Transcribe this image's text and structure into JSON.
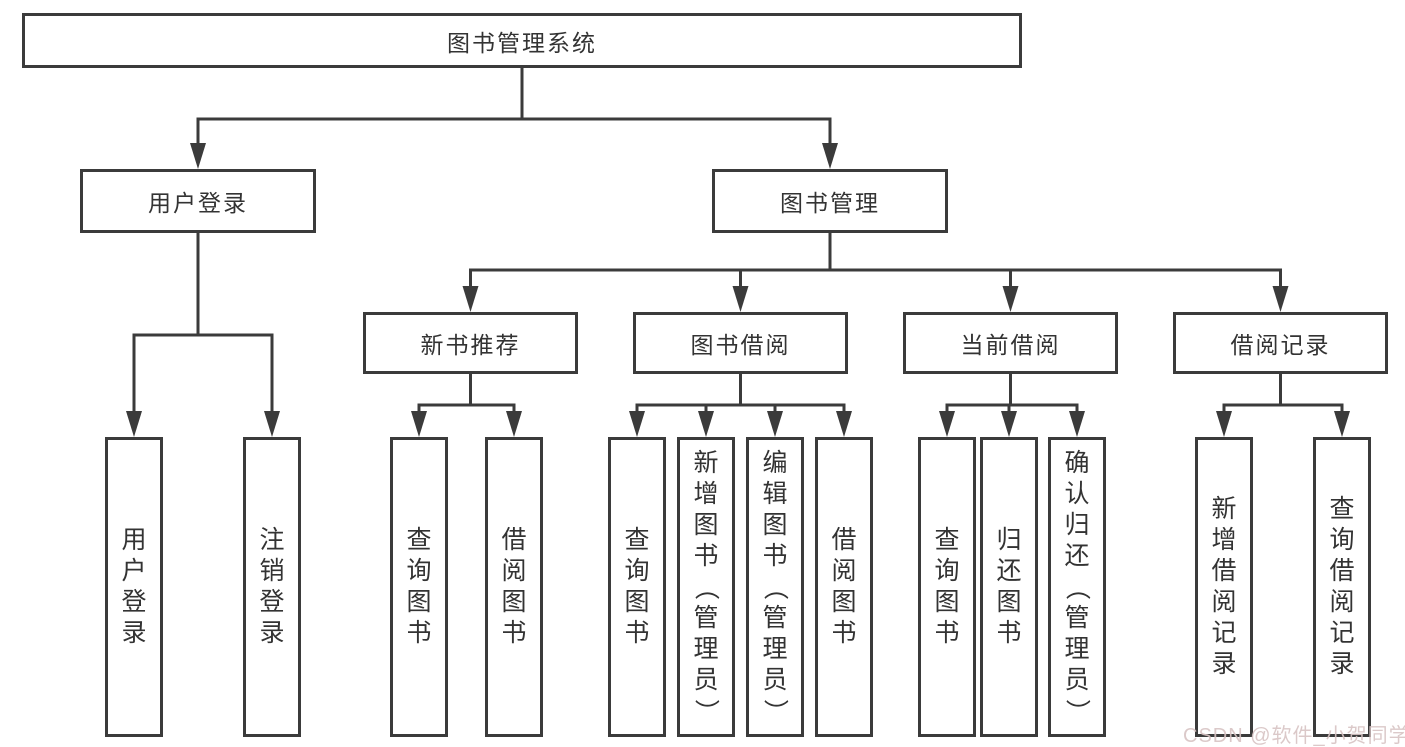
{
  "root": {
    "label": "图书管理系统"
  },
  "level2": {
    "user_login": {
      "label": "用户登录"
    },
    "book_management": {
      "label": "图书管理"
    }
  },
  "level3": {
    "new_book_recommend": {
      "label": "新书推荐"
    },
    "book_borrow": {
      "label": "图书借阅"
    },
    "current_borrow": {
      "label": "当前借阅"
    },
    "borrow_records": {
      "label": "借阅记录"
    }
  },
  "leaves": {
    "user_login": {
      "label": "用户登录"
    },
    "logout": {
      "label": "注销登录"
    },
    "nbr_query_books": {
      "label": "查询图书"
    },
    "nbr_borrow_books": {
      "label": "借阅图书"
    },
    "bb_query_books": {
      "label": "查询图书"
    },
    "bb_add_books_admin": {
      "label": "新增图书（管理员）"
    },
    "bb_edit_books_admin": {
      "label": "编辑图书（管理员）"
    },
    "bb_borrow_books": {
      "label": "借阅图书"
    },
    "cb_query_books": {
      "label": "查询图书"
    },
    "cb_return_books": {
      "label": "归还图书"
    },
    "cb_confirm_return_admin": {
      "label": "确认归还（管理员）"
    },
    "rec_add_record": {
      "label": "新增借阅记录"
    },
    "rec_query_record": {
      "label": "查询借阅记录"
    }
  },
  "watermark": {
    "text": "CSDN @软件_小贺同学"
  },
  "colors": {
    "bg": "#ffffff",
    "line": "#3b3b3b",
    "border": "#3b3b3b",
    "fill": "#ffffff",
    "text": "#333333",
    "watermark": "#d8c4c4"
  }
}
